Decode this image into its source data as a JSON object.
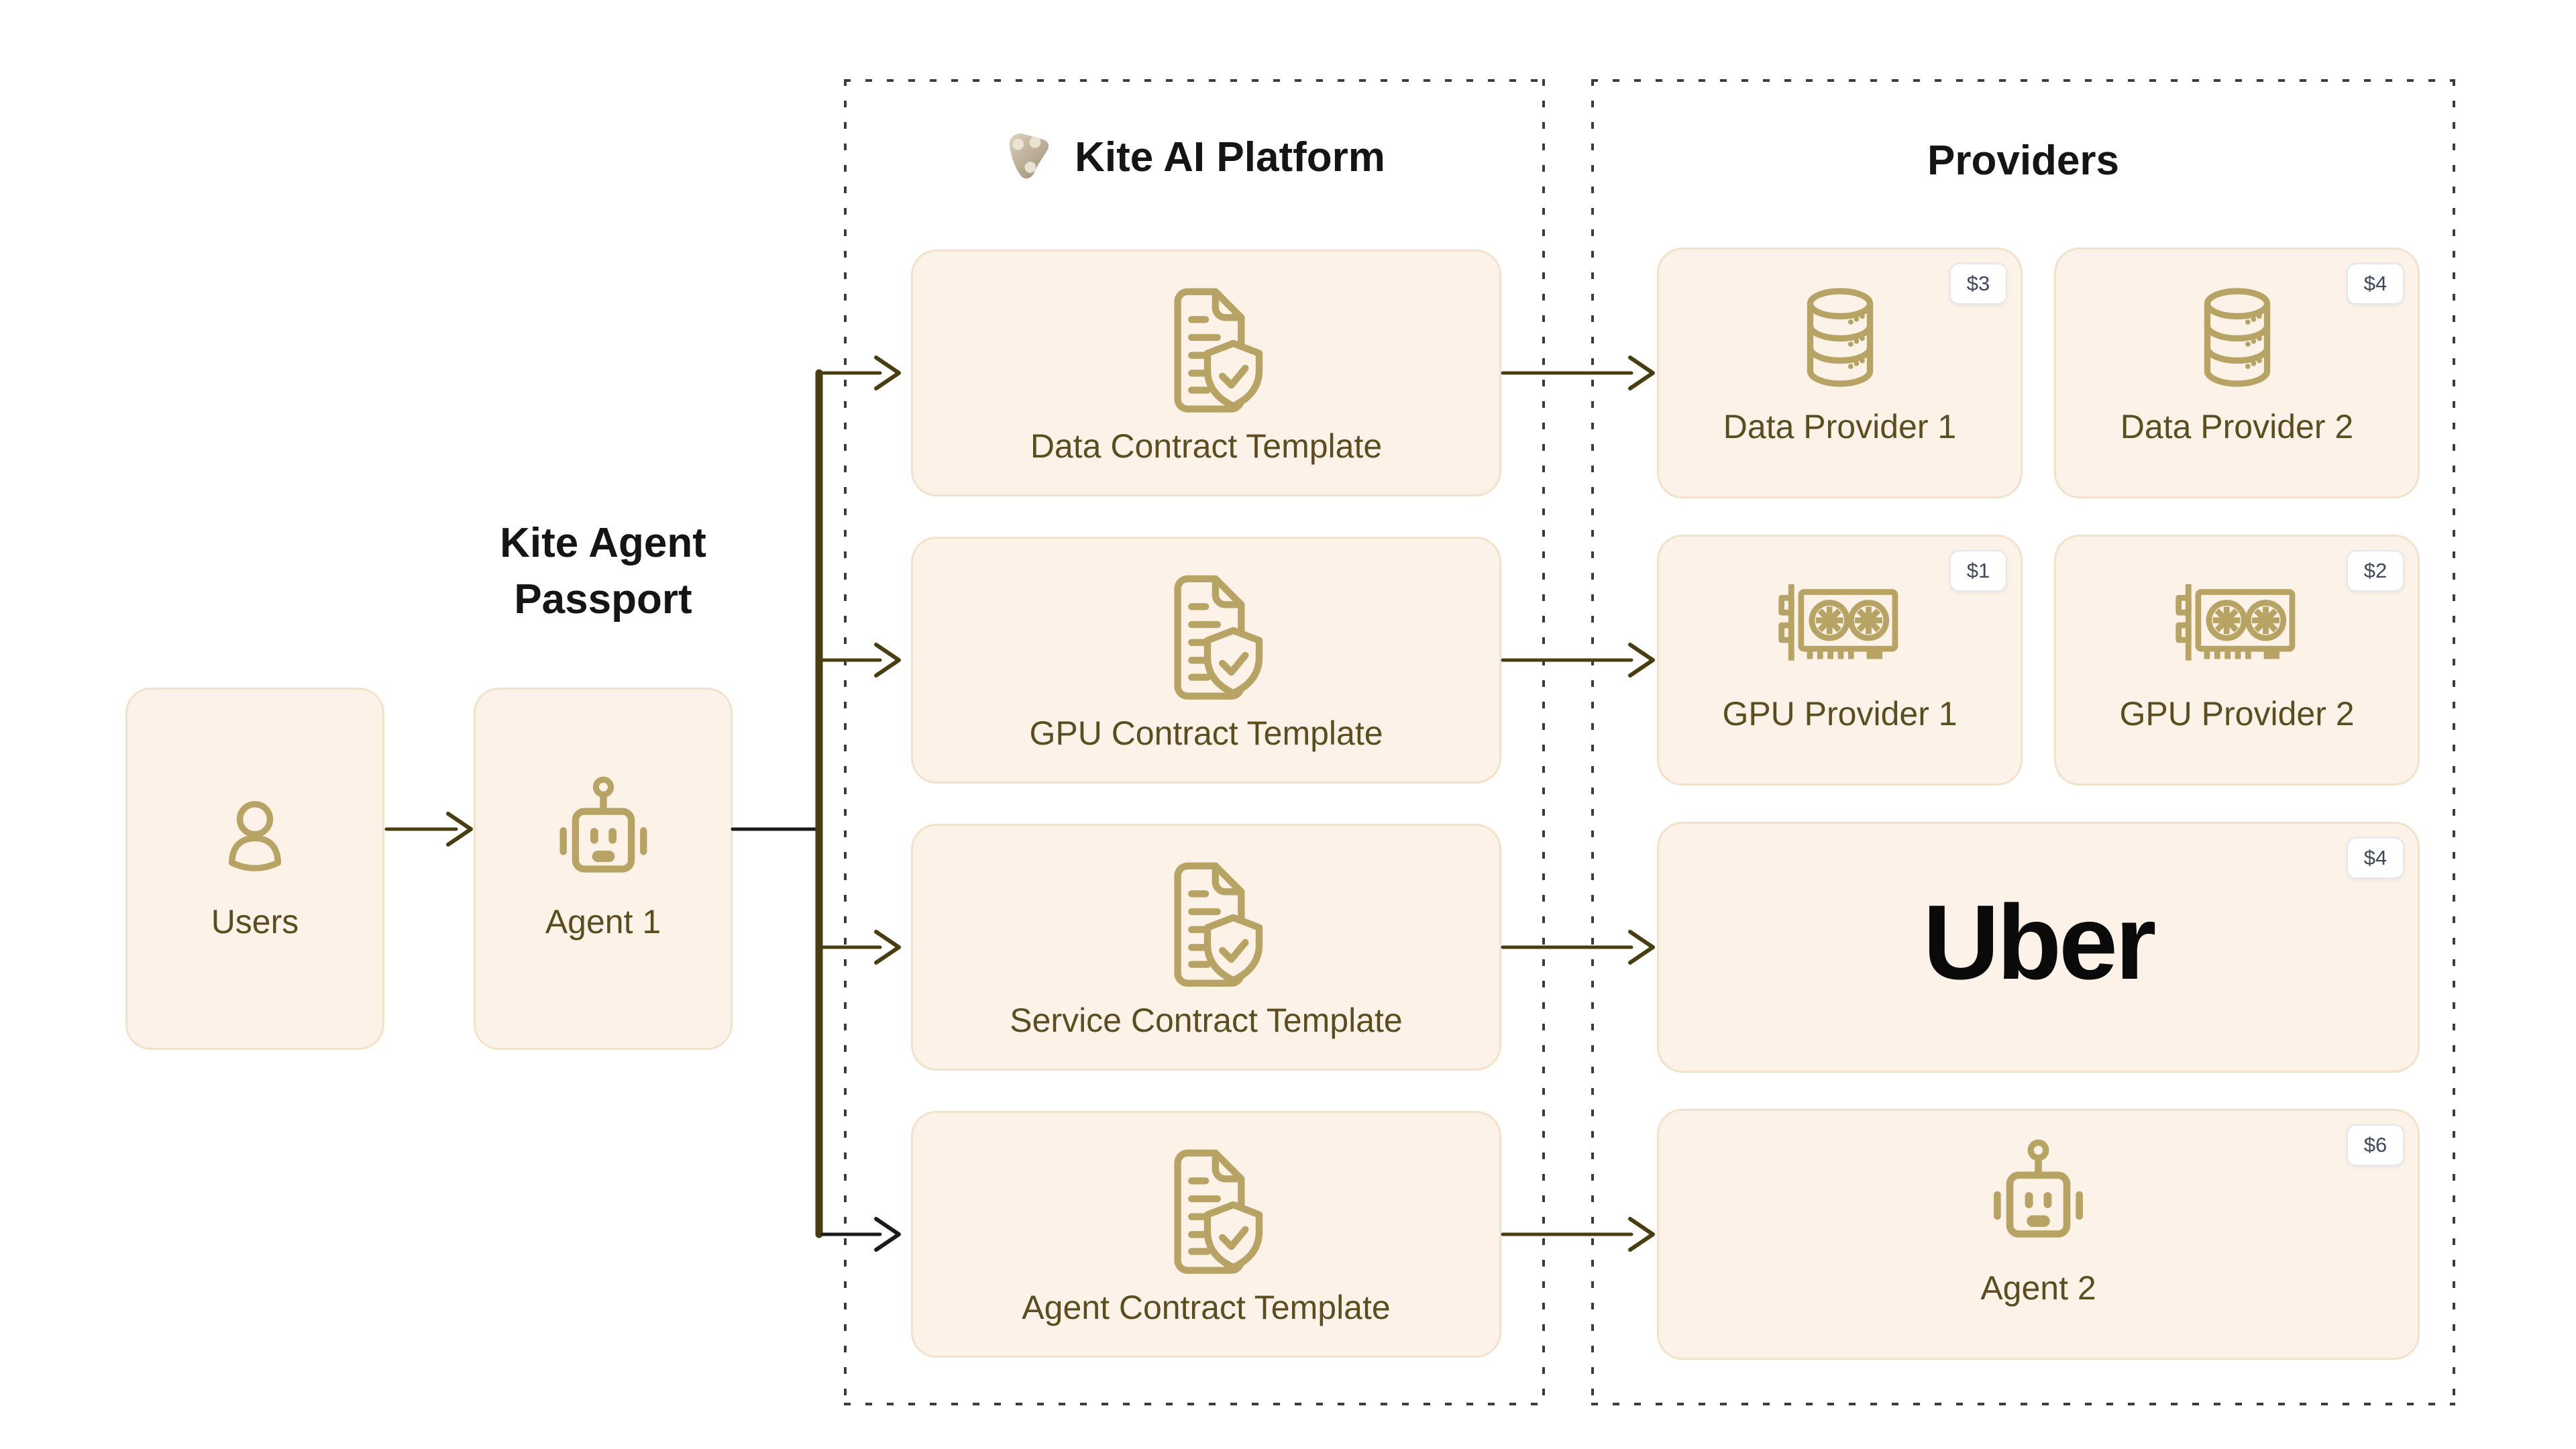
{
  "colors": {
    "accent_gold": "#B7A465",
    "card_background": "#FCF2E8",
    "card_border": "#F3E2CB",
    "label_olive": "#5B4D20",
    "arrow_olive": "#493D12",
    "arrow_black": "#1B1B1B",
    "title_black": "#151515",
    "badge_text": "#3E4A5B",
    "badge_border": "#E3E7EE",
    "dotted_border": "#3C3C3C"
  },
  "passport": {
    "title": "Kite Agent Passport",
    "title_lines": [
      "Kite Agent",
      "Passport"
    ],
    "nodes": [
      {
        "label": "Users",
        "icon": "person-icon"
      },
      {
        "label": "Agent 1",
        "icon": "robot-icon"
      }
    ]
  },
  "platform": {
    "title": "Kite AI Platform",
    "logo": "kite-logo",
    "templates": [
      {
        "label": "Data Contract Template",
        "icon": "contract-shield-icon"
      },
      {
        "label": "GPU Contract Template",
        "icon": "contract-shield-icon"
      },
      {
        "label": "Service Contract Template",
        "icon": "contract-shield-icon"
      },
      {
        "label": "Agent Contract Template",
        "icon": "contract-shield-icon"
      }
    ]
  },
  "providers": {
    "title": "Providers",
    "cards": [
      {
        "label": "Data Provider 1",
        "price": "$3",
        "icon": "database-icon"
      },
      {
        "label": "Data Provider 2",
        "price": "$4",
        "icon": "database-icon"
      },
      {
        "label": "GPU Provider 1",
        "price": "$1",
        "icon": "gpu-icon"
      },
      {
        "label": "GPU Provider 2",
        "price": "$2",
        "icon": "gpu-icon"
      },
      {
        "label": "Uber",
        "price": "$4",
        "icon": "uber-logo"
      },
      {
        "label": "Agent 2",
        "price": "$6",
        "icon": "robot-icon"
      }
    ]
  }
}
